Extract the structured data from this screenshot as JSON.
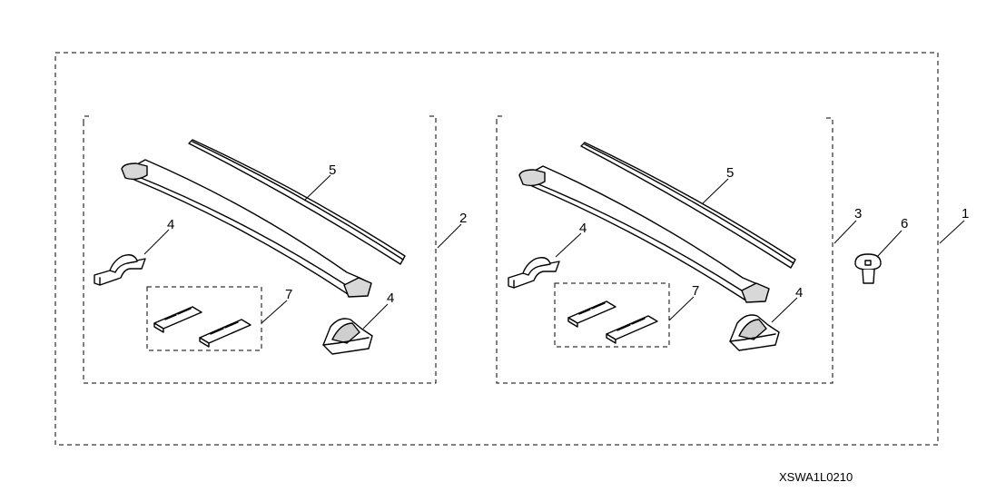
{
  "diagram": {
    "code": "XSWA1L0210",
    "callouts": {
      "kit": "1",
      "left_set": "2",
      "right_set": "3",
      "foot_left_a": "4",
      "foot_left_b": "4",
      "foot_right_a": "4",
      "foot_right_b": "4",
      "strip_left": "5",
      "strip_right": "5",
      "bolt": "6",
      "plates_left": "7",
      "plates_right": "7"
    }
  }
}
